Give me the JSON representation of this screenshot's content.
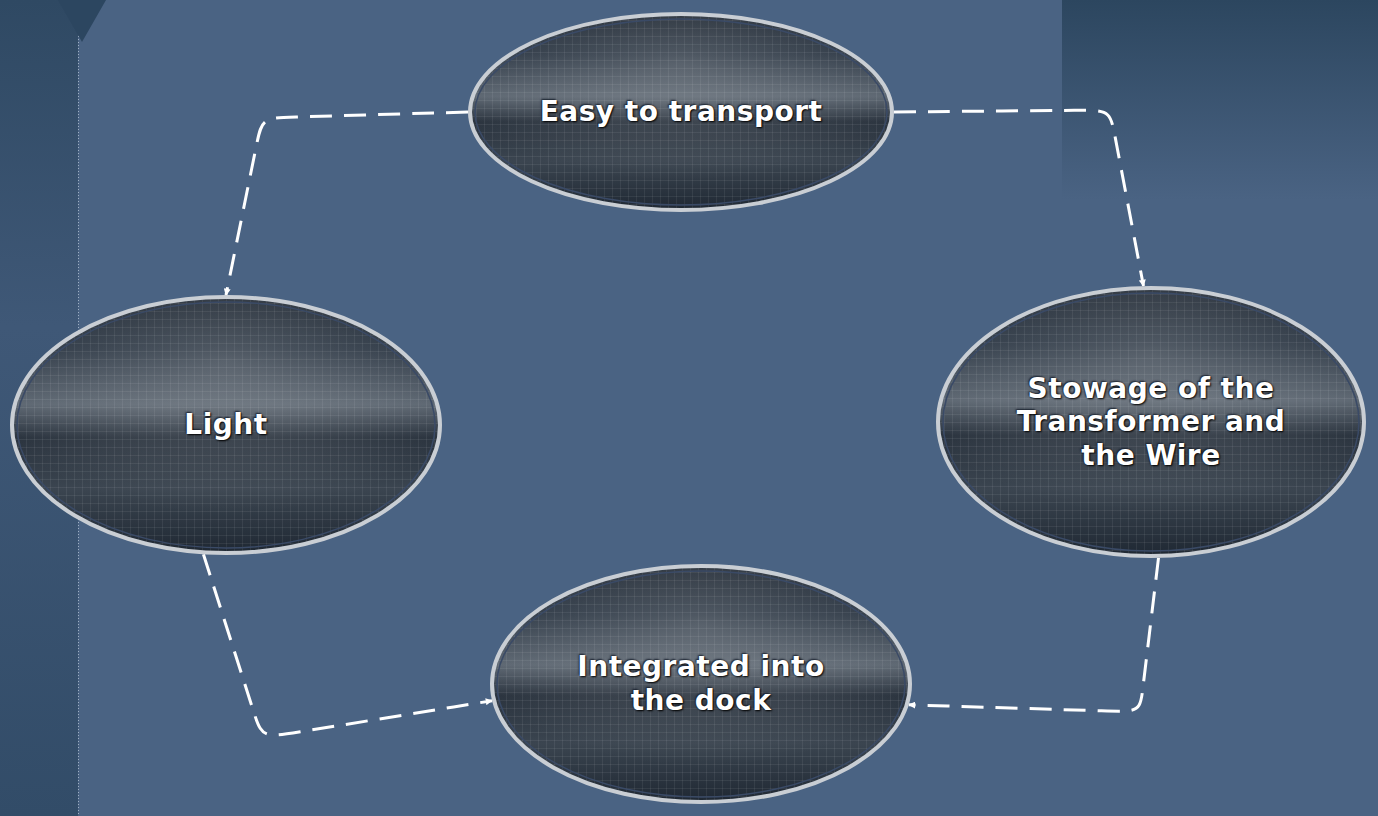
{
  "diagram": {
    "nodes": [
      {
        "text": [
          "Easy to transport"
        ]
      },
      {
        "text": [
          "Light"
        ]
      },
      {
        "text": [
          "Stowage of the Transformer and the Wire"
        ]
      },
      {
        "text": [
          "Integrated into the dock"
        ]
      }
    ],
    "edges": [
      {
        "from": 0,
        "to": 1,
        "arrow": "to"
      },
      {
        "from": 0,
        "to": 2,
        "arrow": "to"
      },
      {
        "from": 1,
        "to": 3,
        "arrow": "to"
      },
      {
        "from": 2,
        "to": 3,
        "arrow": "to"
      }
    ]
  }
}
